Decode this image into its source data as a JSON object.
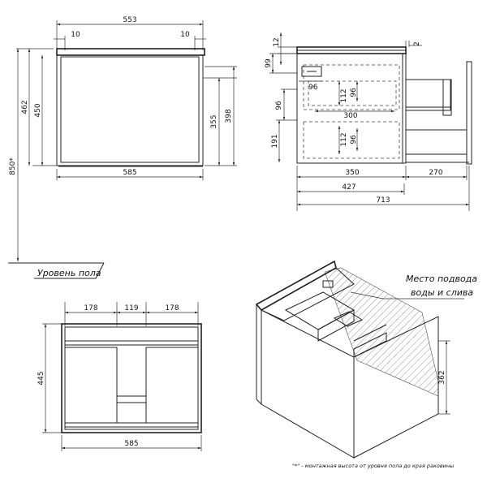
{
  "front_view": {
    "width_top": "553",
    "offset_left": "10",
    "offset_right": "10",
    "height_total": "462",
    "height_front": "450",
    "height_inner": "355",
    "height_inner2": "398",
    "width_bottom": "585",
    "mount_height": "850*"
  },
  "side_view": {
    "top_thickness": "12",
    "edge": "2",
    "top_offset": "99",
    "drawer1_height": "112",
    "drawer1_inner": "96",
    "drawer_width_96": "96",
    "drawer_width_300": "300",
    "gap_96": "96",
    "bottom_191": "191",
    "drawer2_height": "112",
    "drawer2_inner": "96",
    "depth_350": "350",
    "ext_270": "270",
    "depth_427": "427",
    "depth_713": "713"
  },
  "floor_label": "Уровень пола",
  "bottom_view": {
    "w1": "178",
    "w2": "119",
    "w3": "178",
    "height": "445",
    "width": "585"
  },
  "iso_view": {
    "label_line1": "Место подвода",
    "label_line2": "воды и слива",
    "height": "362"
  },
  "footnote": "\"*\" - монтажная высота от уровня пола до края раковины"
}
